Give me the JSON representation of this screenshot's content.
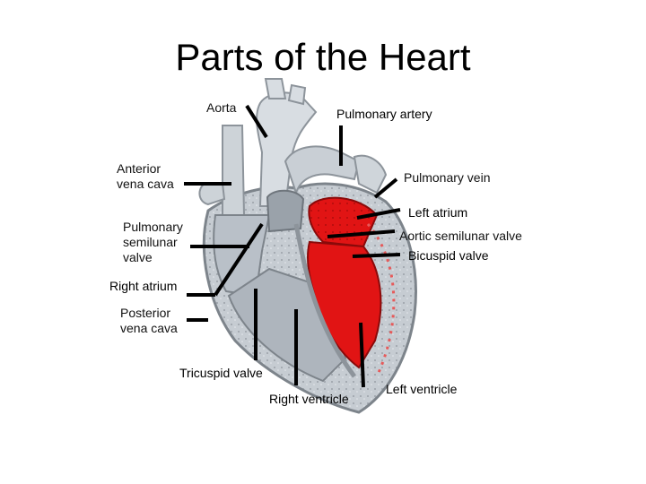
{
  "title": "Parts of the Heart",
  "colors": {
    "oxygenated": "#e11414",
    "deoxygenated": "#b9c0c8",
    "vessel": "#d8dde2",
    "wall": "#8d949b",
    "leader": "#000000"
  },
  "labels": {
    "aorta": "Aorta",
    "pulmonary_artery": "Pulmonary artery",
    "anterior_vena_cava_1": "Anterior",
    "anterior_vena_cava_2": "vena cava",
    "pulmonary_vein": "Pulmonary vein",
    "left_atrium": "Left atrium",
    "pulmonary_semilunar_valve_1": "Pulmonary",
    "pulmonary_semilunar_valve_2": "semilunar",
    "pulmonary_semilunar_valve_3": "valve",
    "aortic_semilunar_valve": "Aortic semilunar valve",
    "bicuspid_valve": "Bicuspid valve",
    "right_atrium": "Right atrium",
    "posterior_vena_cava_1": "Posterior",
    "posterior_vena_cava_2": "vena cava",
    "tricuspid_valve": "Tricuspid valve",
    "right_ventricle": "Right ventricle",
    "left_ventricle": "Left ventricle"
  }
}
